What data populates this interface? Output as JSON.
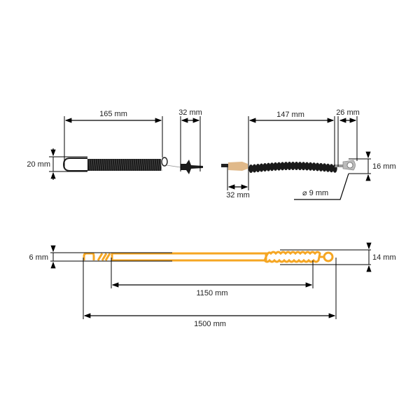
{
  "top_left": {
    "length_label": "165 mm",
    "width_label": "20 mm",
    "grommet_label": "32 mm"
  },
  "top_right": {
    "boot_length_label": "147 mm",
    "eyelet_length_label": "26 mm",
    "eyelet_width_label": "16 mm",
    "plug_length_label": "32 mm",
    "hole_diameter_label": "⌀ 9 mm"
  },
  "bottom": {
    "cable_diameter_label": "6 mm",
    "end_diameter_label": "14 mm",
    "inner_length_label": "1150 mm",
    "total_length_label": "1500 mm"
  },
  "colors": {
    "cable_orange": "#f5a623",
    "boot_black": "#1a1a1a",
    "plug_tan": "#e0b98a"
  }
}
